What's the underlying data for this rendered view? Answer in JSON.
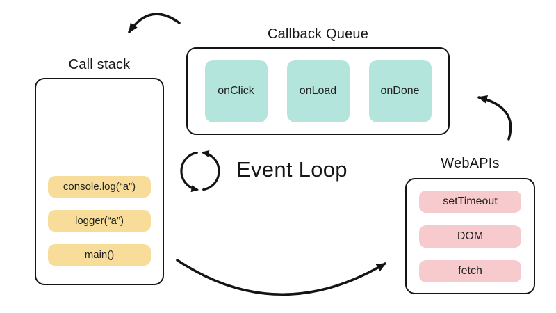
{
  "diagram_title": "Event Loop",
  "event_loop": {
    "label": "Event Loop",
    "icon": "circular-arrows-icon"
  },
  "call_stack": {
    "title": "Call stack",
    "items": [
      "console.log(“a”)",
      "logger(“a”)",
      "main()"
    ]
  },
  "callback_queue": {
    "title": "Callback Queue",
    "items": [
      "onClick",
      "onLoad",
      "onDone"
    ]
  },
  "web_apis": {
    "title": "WebAPIs",
    "items": [
      "setTimeout",
      "DOM",
      "fetch"
    ]
  },
  "arrows": [
    {
      "name": "callback-queue-to-call-stack",
      "direction": "to-lower-left"
    },
    {
      "name": "call-stack-to-web-apis",
      "direction": "to-right"
    },
    {
      "name": "web-apis-to-callback-queue",
      "direction": "to-upper-left"
    }
  ],
  "colors": {
    "call_stack_item": "#f8dd9a",
    "callback_queue_item": "#b3e5dc",
    "web_apis_item": "#f7cacd",
    "outline": "#141414",
    "arrow": "#141414",
    "background": "#ffffff"
  }
}
